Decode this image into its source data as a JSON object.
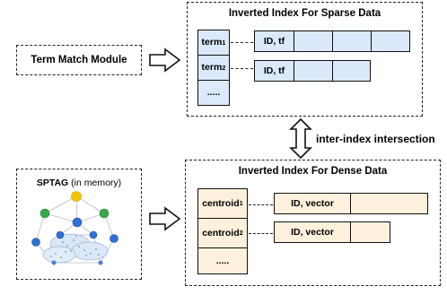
{
  "term_match": {
    "label": "Term Match Module"
  },
  "sparse": {
    "title": "Inverted Index For Sparse Data",
    "terms": [
      {
        "name": "term",
        "sub": "1",
        "posting_label": "ID, tf"
      },
      {
        "name": "term",
        "sub": "2",
        "posting_label": "ID, tf"
      },
      {
        "name": "....."
      }
    ]
  },
  "link": {
    "label": "inter-index intersection"
  },
  "sptag": {
    "label": "SPTAG",
    "note": " (in memory)"
  },
  "dense": {
    "title": "Inverted Index For Dense Data",
    "centroids": [
      {
        "name": "centroid",
        "sub": "1",
        "posting_label": "ID, vector"
      },
      {
        "name": "centroid",
        "sub": "2",
        "posting_label": "ID, vector"
      },
      {
        "name": "....."
      }
    ]
  },
  "colors": {
    "sparse_fill": "#dbe9fb",
    "dense_fill": "#fdf0dc",
    "graph_top_node": "#f2c400",
    "graph_green": "#3aa84a",
    "graph_blue": "#2f6fd6"
  }
}
